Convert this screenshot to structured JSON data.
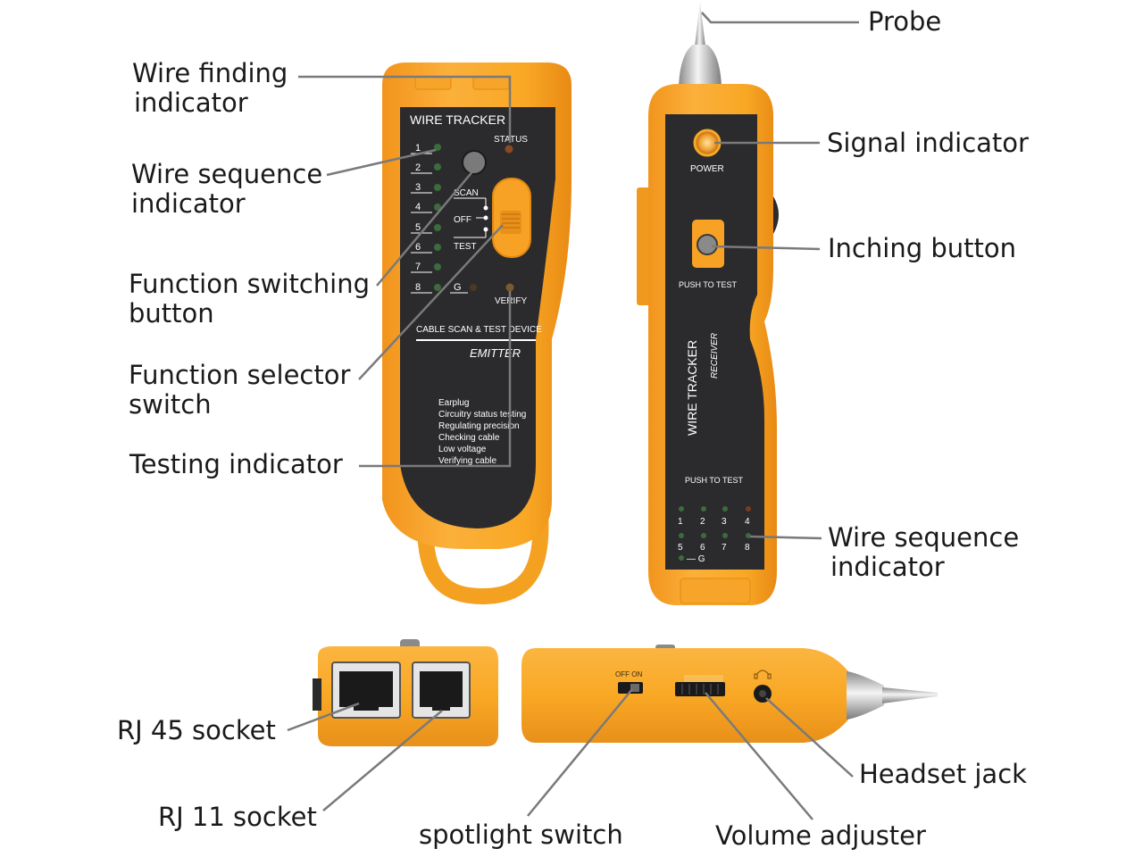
{
  "emitter": {
    "title": "WIRE TRACKER",
    "status": "STATUS",
    "leds": [
      "1",
      "2",
      "3",
      "4",
      "5",
      "6",
      "7",
      "8"
    ],
    "ground": "G",
    "scan": "SCAN",
    "off": "OFF",
    "test": "TEST",
    "verify": "VERIFY",
    "subtitle": "CABLE SCAN & TEST DEVICE",
    "model": "EMITTER",
    "features": [
      "Earplug",
      "Circuitry status testing",
      "Regulating precision",
      "Checking cable",
      "Low voltage",
      "Verifying cable"
    ]
  },
  "receiver": {
    "power": "POWER",
    "push_to_test_top": "PUSH TO TEST",
    "title": "WIRE TRACKER",
    "subtitle": "RECEIVER",
    "push_to_test_bottom": "PUSH TO TEST",
    "leds_top": [
      "1",
      "2",
      "3",
      "4"
    ],
    "leds_bottom": [
      "5",
      "6",
      "7",
      "8"
    ],
    "ground": "— G"
  },
  "side_view": {
    "off_on": "OFF  ON"
  },
  "labels": {
    "probe": "Probe",
    "wire_finding": [
      "Wire finding",
      "indicator"
    ],
    "signal": "Signal indicator",
    "wire_seq_left": [
      "Wire sequence",
      "indicator"
    ],
    "function_button": [
      "Function switching",
      "button"
    ],
    "inching": "Inching button",
    "function_selector": [
      "Function selector",
      "switch"
    ],
    "testing": "Testing indicator",
    "wire_seq_right": [
      "Wire sequence",
      "indicator"
    ],
    "rj45": "RJ 45 socket",
    "rj11": "RJ 11 socket",
    "spotlight": "spotlight switch",
    "volume": "Volume adjuster",
    "headset": "Headset jack"
  },
  "colors": {
    "body": "#f9a825",
    "body_dark": "#e8901a",
    "panel": "#2b2b2e",
    "led_green": "#3d6b3d",
    "leader": "#7a7a7a"
  }
}
